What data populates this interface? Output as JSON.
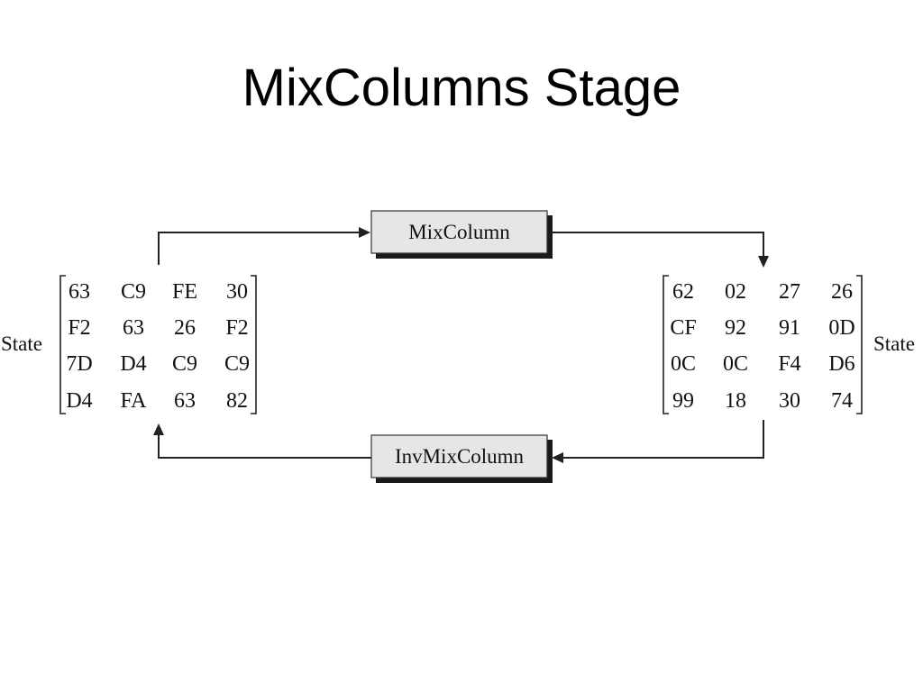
{
  "title": "MixColumns Stage",
  "left_state": {
    "label": "State",
    "rows": [
      [
        "63",
        "C9",
        "FE",
        "30"
      ],
      [
        "F2",
        "63",
        "26",
        "F2"
      ],
      [
        "7D",
        "D4",
        "C9",
        "C9"
      ],
      [
        "D4",
        "FA",
        "63",
        "82"
      ]
    ]
  },
  "right_state": {
    "label": "State",
    "rows": [
      [
        "62",
        "02",
        "27",
        "26"
      ],
      [
        "CF",
        "92",
        "91",
        "0D"
      ],
      [
        "0C",
        "0C",
        "F4",
        "D6"
      ],
      [
        "99",
        "18",
        "30",
        "74"
      ]
    ]
  },
  "operations": {
    "forward": "MixColumn",
    "inverse": "InvMixColumn"
  }
}
